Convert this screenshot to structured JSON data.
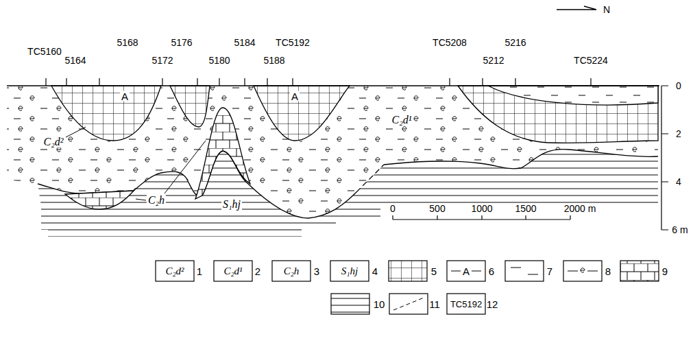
{
  "diagram": {
    "labels": [
      "N",
      "TC5160",
      "5164",
      "5168",
      "5172",
      "5176",
      "5180",
      "5184",
      "5188",
      "TC5192",
      "TC5208",
      "5212",
      "5216",
      "TC5224",
      "A",
      "A",
      "C₂d²",
      "C₂d¹",
      "C₂h",
      "S₁hj",
      "0",
      "2",
      "4",
      "6 m",
      "0",
      "500",
      "1000",
      "1500",
      "2000 m",
      "C₂d²",
      "C₂d¹",
      "C₂h",
      "S₁hj",
      "A",
      "TC5192"
    ],
    "legend": [
      {
        "text": "1"
      },
      {
        "text": "2"
      },
      {
        "text": "3"
      },
      {
        "text": "4"
      },
      {
        "text": "5"
      },
      {
        "text": "6"
      },
      {
        "text": "7"
      },
      {
        "text": "8"
      },
      {
        "text": "9"
      },
      {
        "text": "10"
      },
      {
        "text": "11"
      },
      {
        "text": "12"
      }
    ]
  }
}
